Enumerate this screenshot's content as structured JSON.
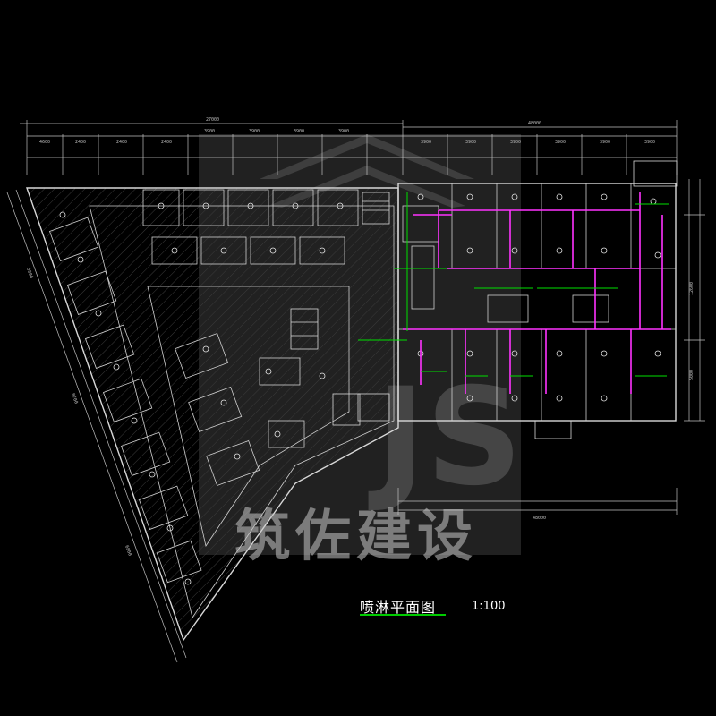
{
  "drawing": {
    "title": "喷淋平面图",
    "scale": "1:100",
    "colors": {
      "background": "#000000",
      "outline": "#d8d8d8",
      "dimension": "#bfbfbf",
      "sprinkler_pipe": "#ff33ff",
      "branch_pipe": "#00e000",
      "watermark": "#9a9a9a"
    }
  },
  "watermark": {
    "text": "筑佐建设",
    "logo": "JS"
  },
  "dimensions": {
    "overall_top_left": "27000",
    "overall_top_right": "48000",
    "overall_bottom": "48000",
    "top_segments": [
      "4600",
      "2400",
      "2400",
      "2400",
      "3900",
      "3900",
      "3900",
      "3900",
      "3900",
      "3900",
      "3900",
      "3900",
      "3900",
      "3900"
    ],
    "right_side": [
      "12600",
      "5000"
    ],
    "left_side": [
      "5800",
      "8700",
      "6800"
    ]
  }
}
